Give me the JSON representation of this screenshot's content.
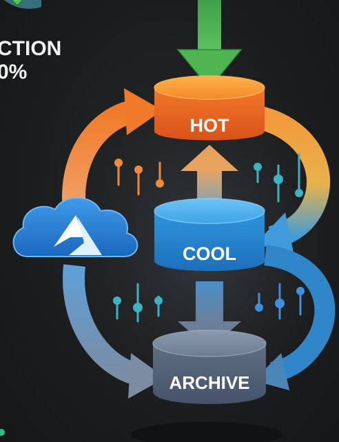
{
  "corner_caption": {
    "line1": "CTION",
    "line2": "0%"
  },
  "tiers": {
    "hot": "HOT",
    "cool": "COOL",
    "archive": "ARCHIVE"
  },
  "colors": {
    "background": "#1b1c1d",
    "ingest_arrow": "#43a047",
    "hot_tier": "#ef6a1f",
    "cool_tier": "#2f8fd8",
    "archive_tier": "#5d6c80",
    "cloud": "#2a7fd6",
    "orange_pin": "#f08a3a",
    "teal_pin": "#3bb3c3",
    "blue_pin": "#3f8fdc"
  },
  "icons": {
    "cloud": "azure-cloud-icon",
    "pins": "data-pin-icon"
  }
}
